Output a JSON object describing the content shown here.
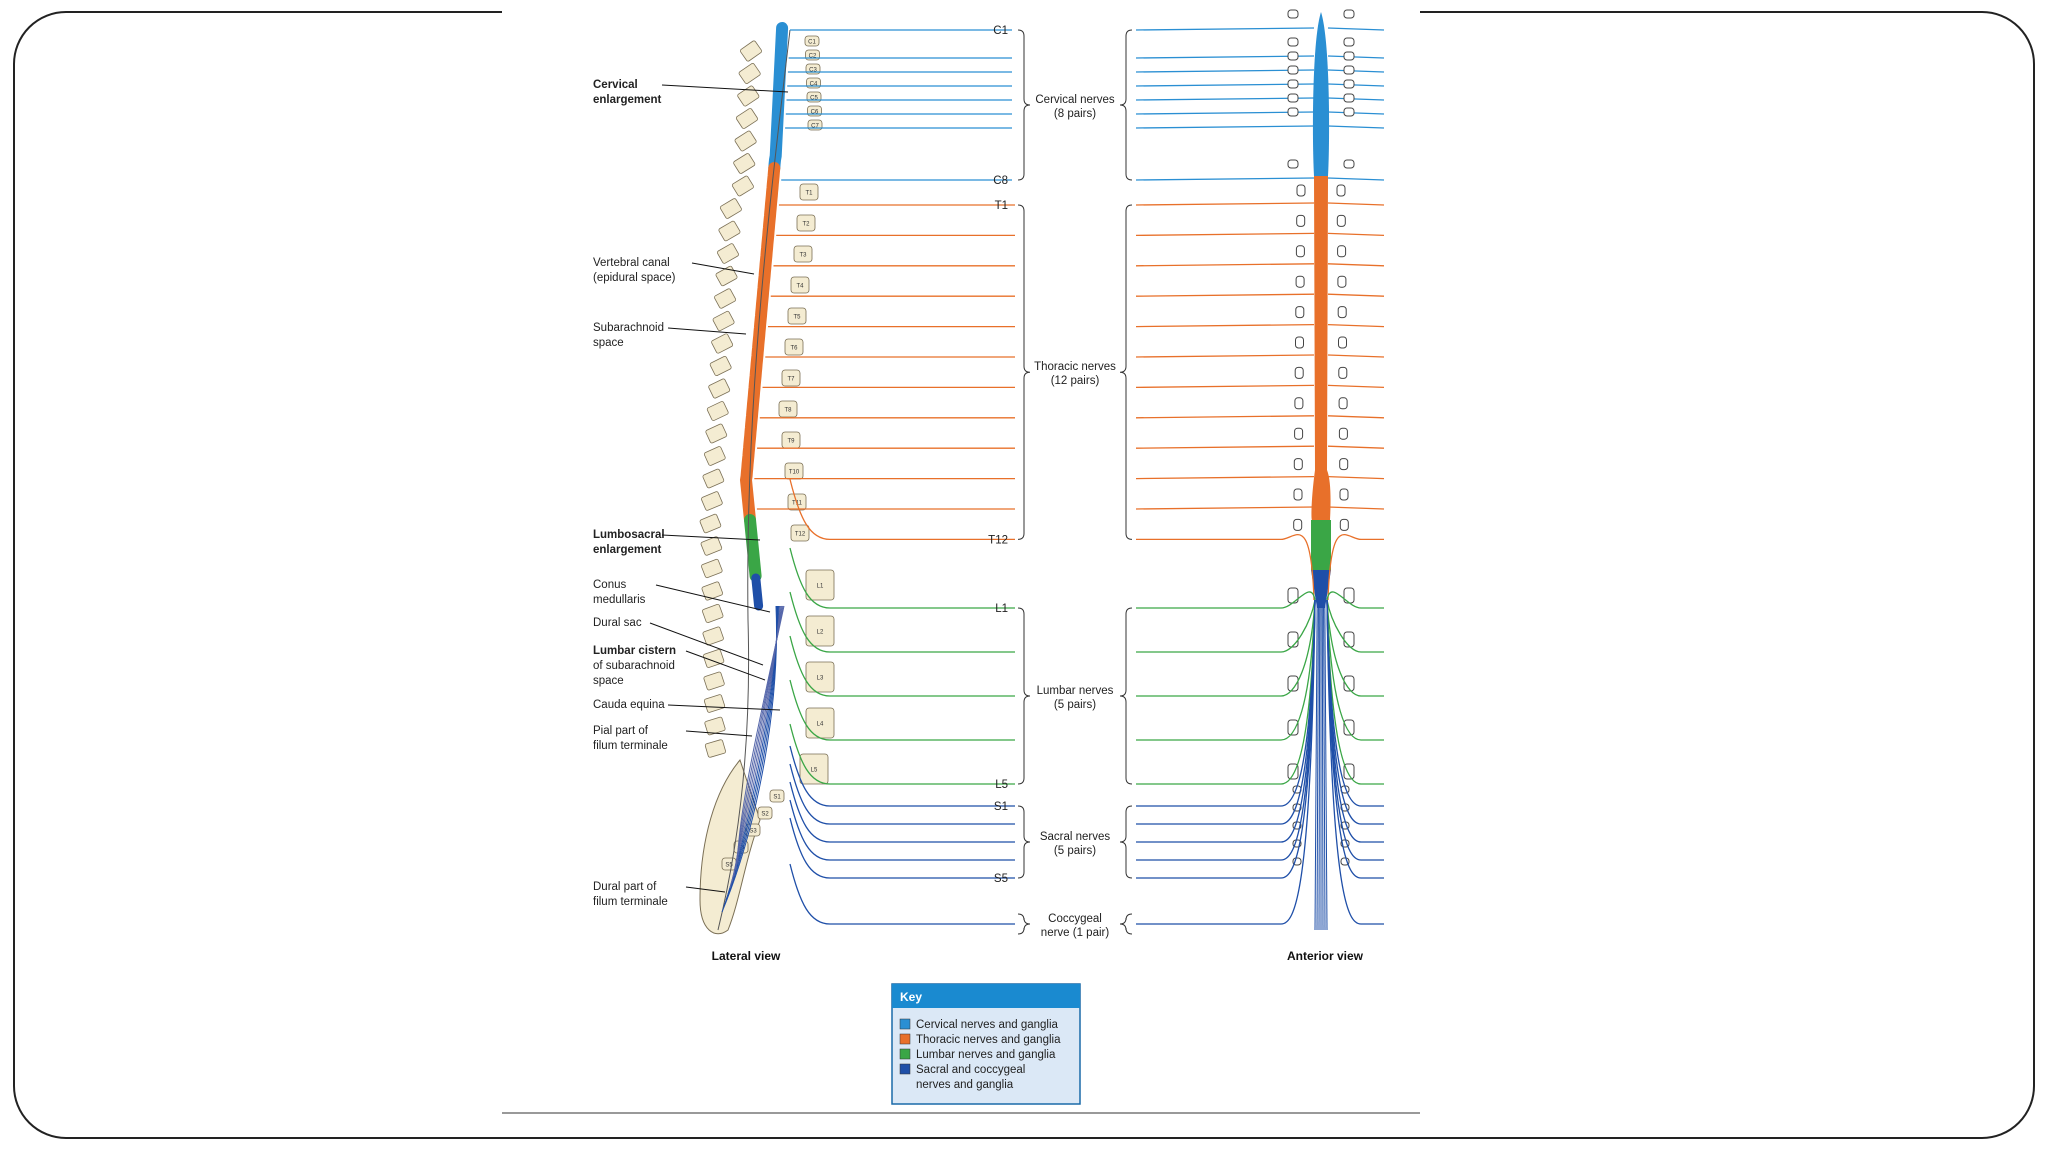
{
  "colors": {
    "cervical": "#2a8fd3",
    "thoracic": "#e8702a",
    "lumbar": "#3aa646",
    "sacral": "#1f4fa8",
    "bone": "#f4ecd2",
    "bone_stroke": "#7a6f55",
    "key_header": "#1a8ad0",
    "key_bg": "#dbe8f6",
    "slide_border": "#222222"
  },
  "labels": {
    "cervical_enlargement": [
      "Cervical",
      "enlargement"
    ],
    "vertebral_canal": [
      "Vertebral canal",
      "(epidural space)"
    ],
    "subarachnoid": [
      "Subarachnoid",
      "space"
    ],
    "lumbosacral_enlargement": [
      "Lumbosacral",
      "enlargement"
    ],
    "conus": [
      "Conus",
      "medullaris"
    ],
    "dural_sac": [
      "Dural sac"
    ],
    "lumbar_cistern": [
      "Lumbar cistern",
      "of subarachnoid",
      "space"
    ],
    "cauda_equina": [
      "Cauda equina"
    ],
    "pial_filum": [
      "Pial part of",
      "filum terminale"
    ],
    "dural_filum": [
      "Dural part of",
      "filum terminale"
    ]
  },
  "nerve_groups": [
    {
      "name": "Cervical nerves",
      "pairs": "(8 pairs)",
      "top": "C1",
      "bottom": "C8"
    },
    {
      "name": "Thoracic nerves",
      "pairs": "(12 pairs)",
      "top": "T1",
      "bottom": "T12"
    },
    {
      "name": "Lumbar nerves",
      "pairs": "(5 pairs)",
      "top": "L1",
      "bottom": "L5"
    },
    {
      "name": "Sacral nerves",
      "pairs": "(5 pairs)",
      "top": "S1",
      "bottom": "S5"
    },
    {
      "name": "Coccygeal",
      "pairs": "nerve (1 pair)",
      "top": "",
      "bottom": ""
    }
  ],
  "vertebra_labels": [
    "C1",
    "C2",
    "C3",
    "C4",
    "C5",
    "C6",
    "C7",
    "T1",
    "T2",
    "T3",
    "T4",
    "T5",
    "T6",
    "T7",
    "T8",
    "T9",
    "T10",
    "T11",
    "T12",
    "L1",
    "L2",
    "L3",
    "L4",
    "L5",
    "S1",
    "S2",
    "S3",
    "S4",
    "S5"
  ],
  "view_titles": {
    "lateral": "Lateral view",
    "anterior": "Anterior view"
  },
  "key": {
    "title": "Key",
    "items": [
      {
        "label": [
          "Cervical nerves and ganglia"
        ],
        "color": "#2a8fd3"
      },
      {
        "label": [
          "Thoracic nerves and ganglia"
        ],
        "color": "#e8702a"
      },
      {
        "label": [
          "Lumbar nerves and ganglia"
        ],
        "color": "#3aa646"
      },
      {
        "label": [
          "Sacral and coccygeal",
          "nerves and ganglia"
        ],
        "color": "#1f4fa8"
      }
    ]
  }
}
